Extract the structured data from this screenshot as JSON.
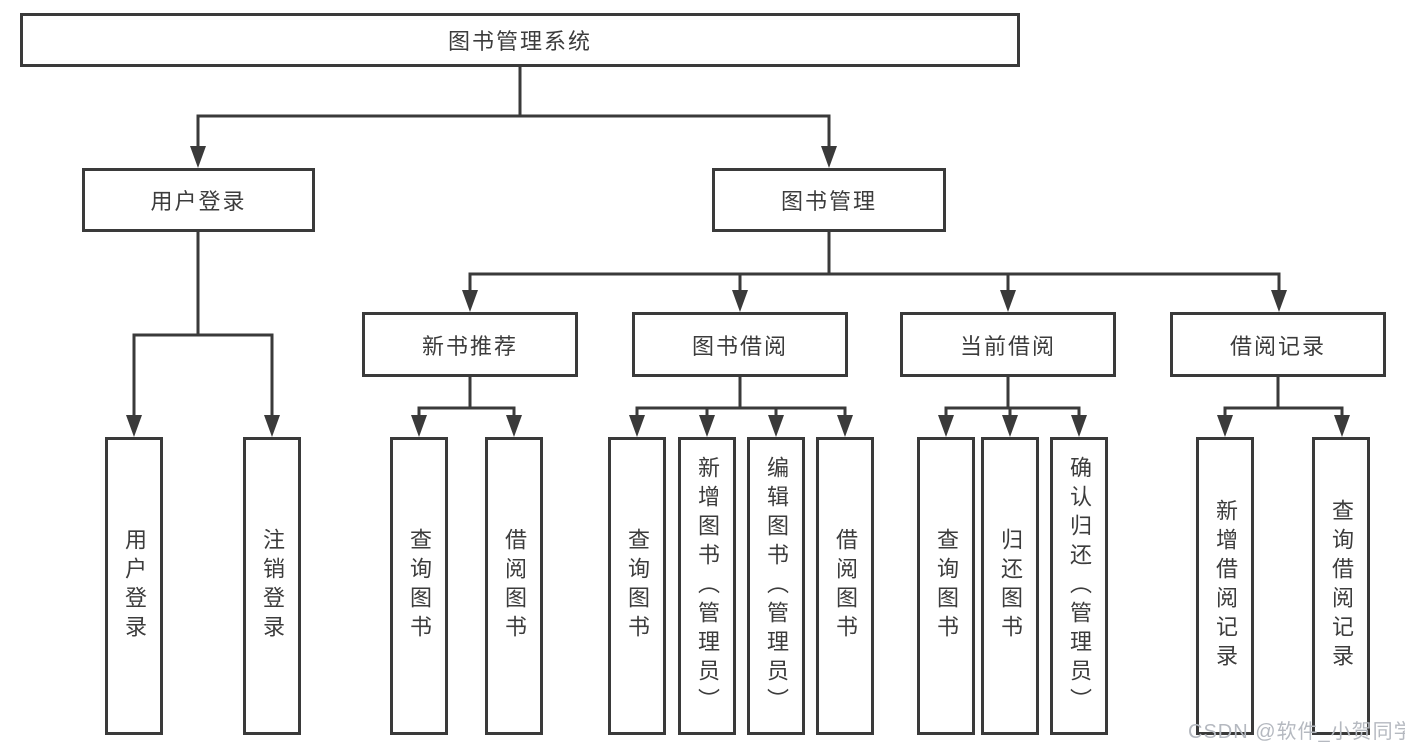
{
  "diagram": {
    "root": {
      "label": "图书管理系统"
    },
    "level2": [
      {
        "label": "用户登录"
      },
      {
        "label": "图书管理"
      }
    ],
    "level3": [
      {
        "label": "新书推荐"
      },
      {
        "label": "图书借阅"
      },
      {
        "label": "当前借阅"
      },
      {
        "label": "借阅记录"
      }
    ],
    "leaves": {
      "user_login": [
        {
          "label": "用户登录"
        },
        {
          "label": "注销登录"
        }
      ],
      "new_books": [
        {
          "label": "查询图书"
        },
        {
          "label": "借阅图书"
        }
      ],
      "book_borrow": [
        {
          "label": "查询图书"
        },
        {
          "label": "新增图书（管理员）"
        },
        {
          "label": "编辑图书（管理员）"
        },
        {
          "label": "借阅图书"
        }
      ],
      "current_borrow": [
        {
          "label": "查询图书"
        },
        {
          "label": "归还图书"
        },
        {
          "label": "确认归还（管理员）"
        }
      ],
      "borrow_records": [
        {
          "label": "新增借阅记录"
        },
        {
          "label": "查询借阅记录"
        }
      ]
    }
  },
  "watermark": {
    "text": "CSDN @软件_小贺同学"
  },
  "colors": {
    "line": "#3a3a3a",
    "text": "#3c3c3c",
    "background": "#ffffff",
    "watermark": "#b5b9c0"
  }
}
